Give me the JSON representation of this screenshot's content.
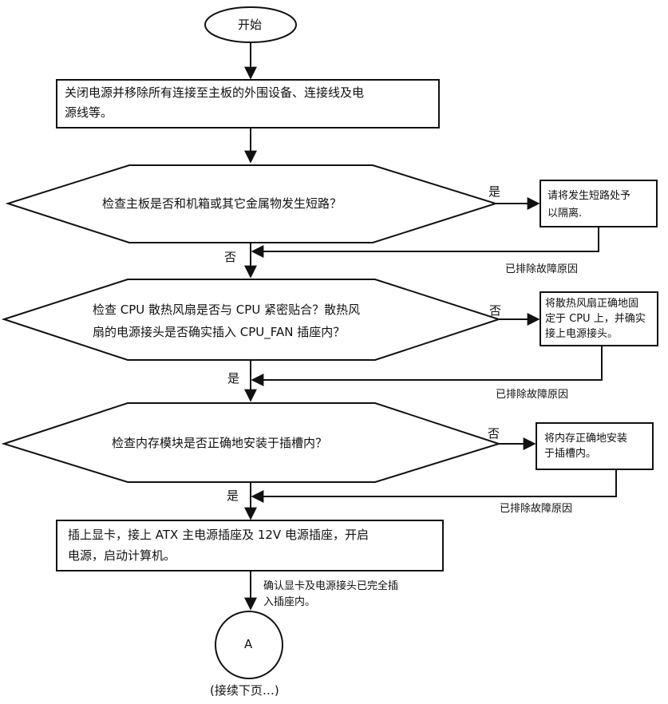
{
  "start": {
    "label": "开始"
  },
  "step1": {
    "line1": "关闭电源并移除所有连接至主板的外围设备、连接线及电",
    "line2": "源线等。"
  },
  "decision1": {
    "question": "检查主板是否和机箱或其它金属物发生短路？",
    "yes_label": "是",
    "action_line1": "请将发生短路处予",
    "action_line2": "以隔离.",
    "no_label": "否",
    "resolved": "已排除故障原因"
  },
  "decision2": {
    "question_line1": "检查   CPU 散热风扇是否与   CPU 紧密贴合？散热风",
    "question_line2": "扇的电源接头是否确实插入 CPU_FAN 插座内？",
    "no_label": "否",
    "action_line1": "将散热风扇正确地固",
    "action_line2": "定于   CPU 上，并确实",
    "action_line3": "接上电源接头。",
    "yes_label": "是",
    "resolved": "已排除故障原因"
  },
  "decision3": {
    "question": "检查内存模块是否正确地安装于插槽内？",
    "no_label": "否",
    "action_line1": "将内存正确地安装",
    "action_line2": "于插槽内。",
    "yes_label": "是",
    "resolved": "已排除故障原因"
  },
  "step2": {
    "line1": "插上显卡，接上   ATX 主电源插座及   12V 电源插座，开启",
    "line2": "电源，启动计算机。"
  },
  "note": {
    "line1": "确认显卡及电源接头已完全插",
    "line2": "入插座内。"
  },
  "connector": {
    "label": "A"
  },
  "continue": {
    "label": "(接续下页…)"
  }
}
